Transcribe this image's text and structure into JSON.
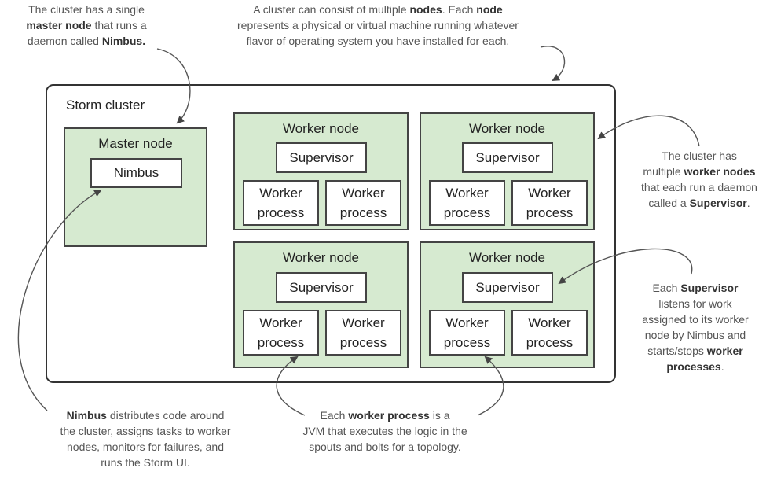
{
  "cluster": {
    "label": "Storm cluster",
    "master_node": {
      "title": "Master node",
      "daemon": "Nimbus"
    },
    "worker_nodes": [
      {
        "title": "Worker node",
        "supervisor": "Supervisor",
        "processes": [
          {
            "line1": "Worker",
            "line2": "process"
          },
          {
            "line1": "Worker",
            "line2": "process"
          }
        ]
      },
      {
        "title": "Worker node",
        "supervisor": "Supervisor",
        "processes": [
          {
            "line1": "Worker",
            "line2": "process"
          },
          {
            "line1": "Worker",
            "line2": "process"
          }
        ]
      },
      {
        "title": "Worker node",
        "supervisor": "Supervisor",
        "processes": [
          {
            "line1": "Worker",
            "line2": "process"
          },
          {
            "line1": "Worker",
            "line2": "process"
          }
        ]
      },
      {
        "title": "Worker node",
        "supervisor": "Supervisor",
        "processes": [
          {
            "line1": "Worker",
            "line2": "process"
          },
          {
            "line1": "Worker",
            "line2": "process"
          }
        ]
      }
    ]
  },
  "annotations": {
    "master": {
      "t1": "The cluster has a single",
      "b1": "master node",
      "t2": " that runs a",
      "t3": "daemon called ",
      "b2": "Nimbus."
    },
    "nodes": {
      "t1": "A cluster can consist of multiple ",
      "b1": "nodes",
      "t2": ". Each ",
      "b2": "node",
      "t3": "represents a physical or virtual machine running whatever",
      "t4": "flavor of operating system you have installed for each."
    },
    "workers": {
      "t1": "The cluster has",
      "t2": "multiple ",
      "b1": "worker nodes",
      "t3": "that each run a daemon",
      "t4": "called a ",
      "b2": "Supervisor",
      "t5": "."
    },
    "supervisor": {
      "t0": "Each ",
      "b1": "Supervisor",
      "t1": "listens for work",
      "t2": "assigned to its worker",
      "t3": "node by Nimbus and",
      "t4": "starts/stops ",
      "b2": "worker",
      "b3": "processes",
      "t5": "."
    },
    "nimbus": {
      "b1": "Nimbus",
      "t1": " distributes code around",
      "t2": "the cluster, assigns tasks to worker",
      "t3": "nodes, monitors for failures, and",
      "t4": "runs the Storm UI."
    },
    "process": {
      "t0": "Each ",
      "b1": "worker process",
      "t1": " is a",
      "t2": "JVM that executes the logic in the",
      "t3": "spouts and bolts for a topology."
    }
  },
  "colors": {
    "node_fill": "#d6ead0",
    "border": "#444444",
    "annotation_text": "#555555"
  }
}
